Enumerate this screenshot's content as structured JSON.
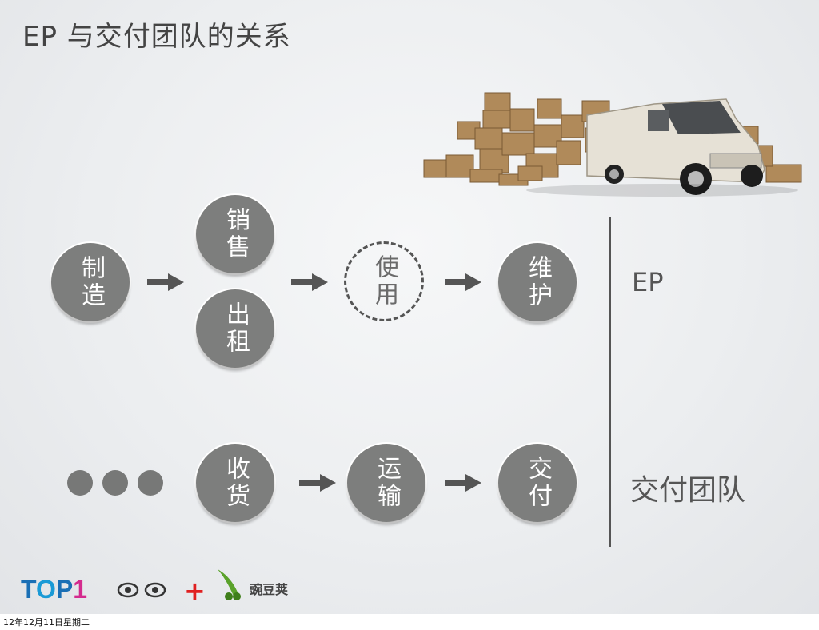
{
  "title": "EP 与交付团队的关系",
  "top_row": {
    "manufacture": "制造",
    "sell": "销售",
    "rent": "出租",
    "use": "使用",
    "maintain": "维护"
  },
  "bottom_row": {
    "receive": "收货",
    "transport": "运输",
    "deliver": "交付"
  },
  "side_labels": {
    "ep": "EP",
    "delivery_team": "交付团队"
  },
  "logos": {
    "top1": "TOP1",
    "plus": "+",
    "wandoujia": "豌豆荚"
  },
  "footer": {
    "date": "12年12月11日星期二"
  },
  "colors": {
    "circle": "#7d7e7d",
    "arrow": "#555555",
    "plus": "#e02020",
    "wandoujia_green": "#5aa22a"
  },
  "icons": [
    "truck-with-boxes-image",
    "arrow-right-icon",
    "ellipsis-dots"
  ]
}
